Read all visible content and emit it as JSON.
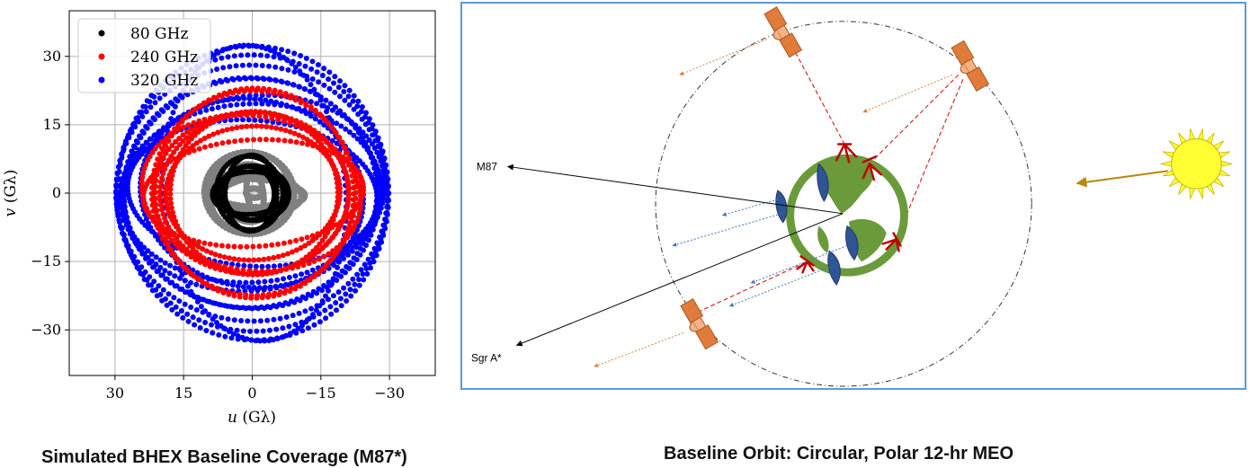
{
  "chart_data": {
    "type": "scatter",
    "xlabel": "u (Gλ)",
    "xlabel_var": "u",
    "xlabel_unit": "(Gλ)",
    "ylabel": "v (Gλ)",
    "ylabel_var": "v",
    "ylabel_unit": "(Gλ)",
    "xlim": [
      40,
      -40
    ],
    "ylim": [
      -40,
      40
    ],
    "xticks": [
      30,
      15,
      0,
      -15,
      -30
    ],
    "xtick_labels": [
      "30",
      "15",
      "0",
      "−15",
      "−30"
    ],
    "yticks": [
      30,
      15,
      0,
      -15,
      -30
    ],
    "ytick_labels": [
      "30",
      "15",
      "0",
      "−15",
      "−30"
    ],
    "grid": true,
    "legend_position": "top-left",
    "series": [
      {
        "name": "80 GHz",
        "color": "#000000",
        "shape": "ellipse-tracks",
        "u_radius_range": [
          5,
          8.5
        ],
        "v_radius_range": [
          3.5,
          8.5
        ]
      },
      {
        "name": "240 GHz",
        "color": "#ff0000",
        "shape": "ellipse-tracks",
        "u_radius_range": [
          15,
          25
        ],
        "v_radius_range": [
          11,
          24
        ]
      },
      {
        "name": "320 GHz",
        "color": "#0000ff",
        "shape": "ellipse-tracks",
        "u_radius_range": [
          20,
          30.5
        ],
        "v_radius_range": [
          15,
          34
        ]
      },
      {
        "name": "",
        "color": "#808080",
        "shape": "ellipse-tracks",
        "u_radius_range": [
          1,
          11
        ],
        "v_radius_range": [
          1,
          10
        ]
      }
    ]
  },
  "captions": {
    "left": "Simulated BHEX Baseline Coverage (M87*)",
    "right": "Baseline Orbit: Circular, Polar 12-hr MEO"
  },
  "diagram": {
    "labels": {
      "m87": "M87",
      "sgra": "Sgr A*"
    },
    "colors": {
      "border": "#5b9bd5",
      "earth": "#6a9a3a",
      "satellite": "#e07b39",
      "dish": "#2f5597",
      "antenna": "#c00000",
      "sun": "#ffff33",
      "sun_arrow": "#b8860b"
    },
    "icons": [
      "satellite-icon",
      "earth-icon",
      "dish-icon",
      "antenna-icon",
      "sun-icon"
    ]
  }
}
